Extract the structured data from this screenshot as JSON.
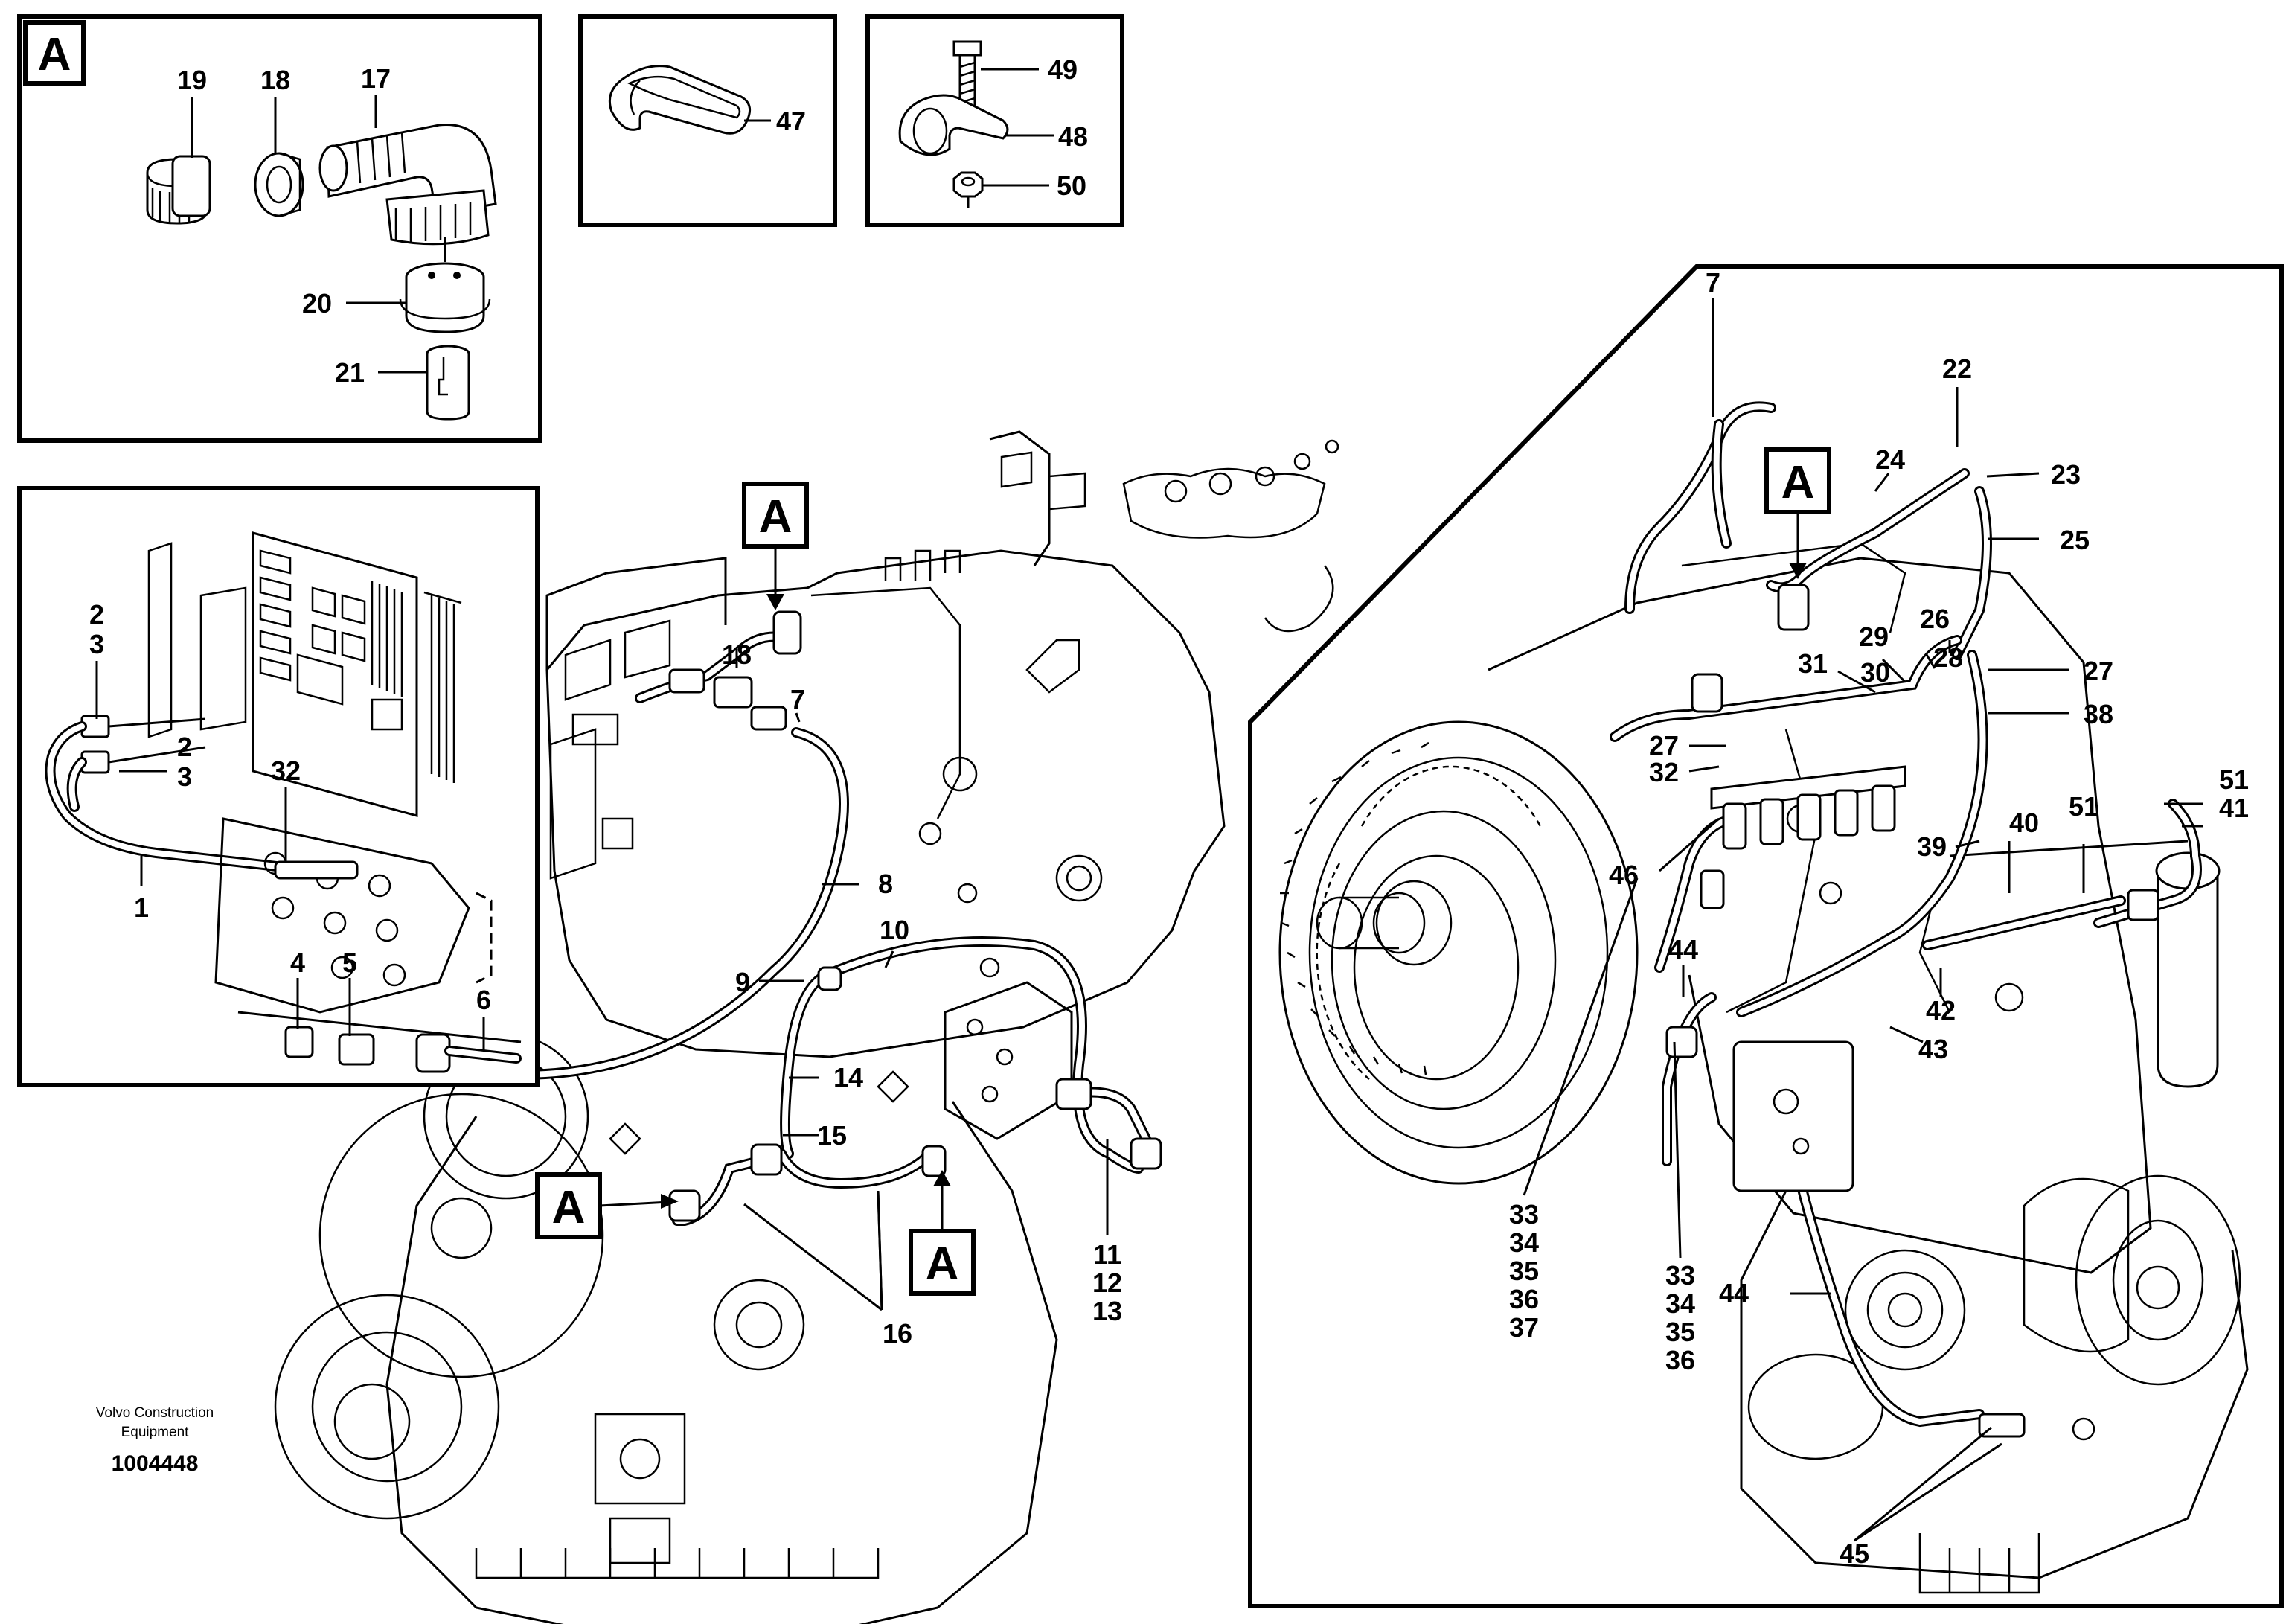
{
  "callouts": {
    "box_a_title": "A",
    "a1": "19",
    "a2": "18",
    "a3": "17",
    "a4": "20",
    "a5": "21",
    "b1": "47",
    "c1": "49",
    "c2": "48",
    "c3": "50",
    "d1": "2",
    "d2": "3",
    "d3": "2",
    "d4": "3",
    "d5": "32",
    "d6": "1",
    "d7": "4",
    "d8": "5",
    "d9": "6",
    "m1": "A",
    "m2": "18",
    "m3": "7",
    "m4": "8",
    "m5": "10",
    "m6": "9",
    "m7": "14",
    "m8": "15",
    "m9": "A",
    "m10": "A",
    "m11": "16",
    "m12": "11",
    "m13": "12",
    "m14": "13",
    "r1": "7",
    "r2": "22",
    "r3": "A",
    "r4": "24",
    "r5": "23",
    "r6": "25",
    "r7": "26",
    "r8": "29",
    "r9": "31",
    "r10": "30",
    "r11": "28",
    "r12": "27",
    "r13": "27",
    "r14": "32",
    "r15": "38",
    "r16": "51",
    "r17": "41",
    "r18": "51",
    "r19": "40",
    "r20": "39",
    "r21": "46",
    "r22": "44",
    "r23": "42",
    "r24": "43",
    "r25": "44",
    "r26": "45",
    "s1": [
      "33",
      "34",
      "35",
      "36",
      "37"
    ],
    "s2": [
      "33",
      "34",
      "35",
      "36"
    ]
  },
  "footer": {
    "brand_line1": "Volvo Construction",
    "brand_line2": "Equipment",
    "drawing_number": "1004448"
  }
}
